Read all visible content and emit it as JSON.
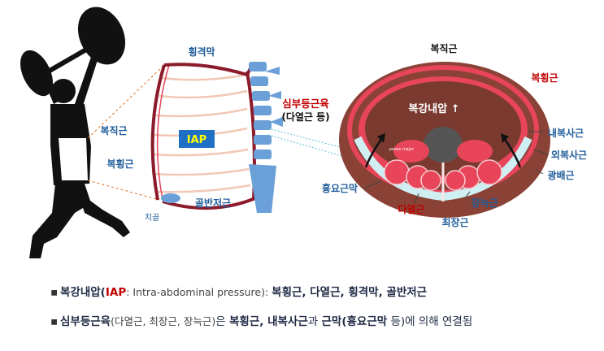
{
  "labels": {
    "diaphragm": "횡격막",
    "multifidus": "심부등근육",
    "multifidus_sub": "(다열근 등)",
    "rectus_left": "복직근",
    "transversus_left": "복횡근",
    "iap": "IAP",
    "pelvic_floor": "골반저근",
    "pubis": "치골",
    "rectus_right": "복직근",
    "transversus_right": "복횡근",
    "internal_oblique": "내복사근",
    "external_oblique": "외복사근",
    "latissimus": "광배근",
    "thoracolumbar_fascia": "흉요근막",
    "multifidus_cs": "다열근",
    "longissimus": "최장근",
    "iliocostalis": "장늑근",
    "iap_arrow": "복강내압 ↑",
    "psoas": "psoas major"
  },
  "notes": {
    "line1": {
      "bullet": "▪",
      "t1": "복강내압(",
      "t2": "IAP",
      "t3": ": Intra-abdominal pressure): ",
      "t4": "복횡근, 다열근, 횡격막, 골반저근"
    },
    "line2": {
      "bullet": "▪",
      "t1": "심부등근육",
      "t2": "(다열근, 최장근, 장늑근)",
      "t3": "은 ",
      "t4": "복횡근, 내복사근",
      "t5": "과 ",
      "t6": "근막(흉요근막",
      "t7": " 등)",
      "t8": "에 의해 연결됨"
    }
  },
  "colors": {
    "red_label": "#c00000",
    "blue_label": "#1f5c99",
    "muscle_red": "#e8455a",
    "dark_red": "#8b1a2a",
    "spine_blue": "#6a9fd8",
    "iap_box": "#1f6fc5",
    "iap_text": "#ffff00"
  }
}
